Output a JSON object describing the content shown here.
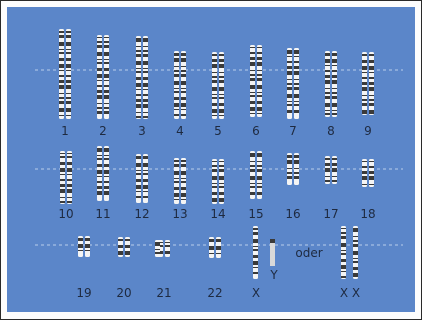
{
  "karyotype": {
    "rows": [
      {
        "labels": [
          "1",
          "2",
          "3",
          "4",
          "5",
          "6",
          "7",
          "8",
          "9"
        ]
      },
      {
        "labels": [
          "10",
          "11",
          "12",
          "13",
          "14",
          "15",
          "16",
          "17",
          "18"
        ]
      },
      {
        "labels": [
          "19",
          "20",
          "21",
          "22",
          "X",
          "Y"
        ]
      }
    ],
    "or_label": "oder",
    "xx_labels": [
      "X",
      "X"
    ]
  },
  "colors": {
    "background": "#5b86c9",
    "chromosome_light": "#f4f4f4",
    "chromosome_dark": "#3a3a3a",
    "guide_line": "#b9cdea"
  }
}
